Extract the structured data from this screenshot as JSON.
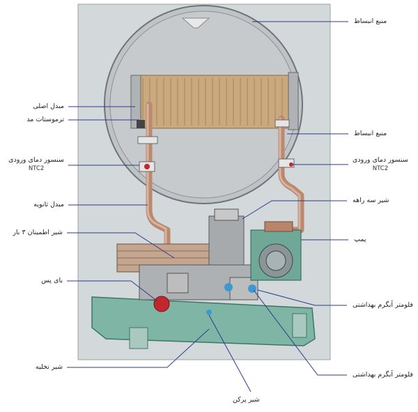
{
  "labels": {
    "expansion_tank_top": "منبع انبساط",
    "main_exchanger": "مبدل اصلی",
    "thermostat": "ترموستات مد",
    "inlet_sensor_left": "سنسور دمای ورودی",
    "inlet_sensor_left_code": "NTC2",
    "secondary_exchanger": "مبدل ثانویه",
    "safety_valve": "شیر اطمینان ۳ بار",
    "bypass": "بای پس",
    "drain_valve": "شیر تخلیه",
    "fill_valve": "شیر پرکن",
    "expansion_tank_right": "منبع انبساط",
    "inlet_sensor_right": "سنسور دمای ورودی",
    "inlet_sensor_right_code": "NTC2",
    "three_way_valve": "شیر سه راهه",
    "pump": "پمپ",
    "flowmeter_1": "فلومتر آبگرم بهداشتی",
    "flowmeter_2": "فلومتر آبگرم بهداشتی"
  },
  "colors": {
    "cabinet": "#d3d9da",
    "tank": "#c3c6c9",
    "exchanger": "#c9a97e",
    "pipe": "#b88870",
    "leader_line": "#2f3a8a",
    "bracket": "#6fae9c",
    "relief_valve": "#c1272d"
  }
}
